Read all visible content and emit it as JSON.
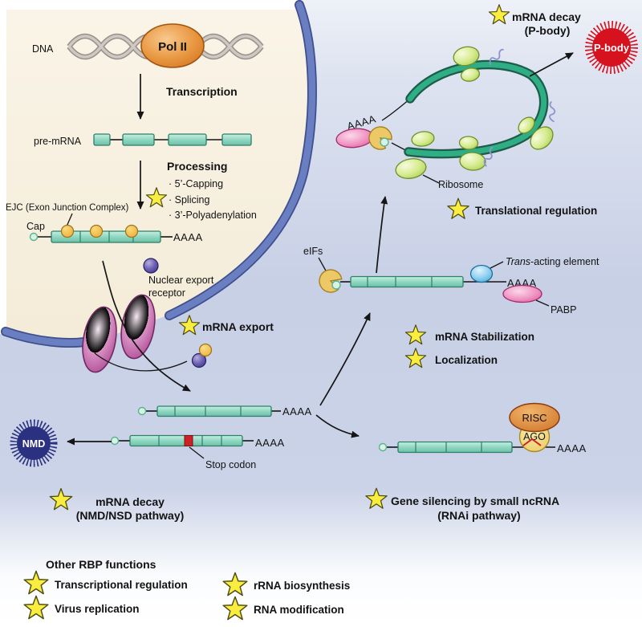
{
  "polya": "AAAA",
  "nucleus": {
    "dna": "DNA",
    "pol2": "Pol II",
    "transcription": "Transcription",
    "pre_mrna": "pre-mRNA",
    "processing": "Processing",
    "capping": "· 5’-Capping",
    "splicing": "· Splicing",
    "polyadenylation": "· 3’-Polyadenylation",
    "ejc": "EJC (Exon Junction Complex)",
    "cap": "Cap"
  },
  "export": {
    "receptor1": "Nuclear export",
    "receptor2": "receptor",
    "label": "mRNA export"
  },
  "translation": {
    "decay": "mRNA decay",
    "decay_sub": "(P-body)",
    "pbody": "P-body",
    "ribosome": "Ribosome",
    "label": "Translational regulation"
  },
  "stab": {
    "eifs": "eIFs",
    "trans_i": "Trans",
    "trans_rest": "-acting element",
    "pabp": "PABP",
    "stabilization": "mRNA Stabilization",
    "localization": "Localization"
  },
  "decay": {
    "nmd": "NMD",
    "stop": "Stop codon",
    "title": "mRNA decay",
    "sub": "(NMD/NSD pathway)"
  },
  "silencing": {
    "risc": "RISC",
    "ago": "AGO",
    "title": "Gene silencing by small ncRNA",
    "sub": "(RNAi pathway)"
  },
  "other": {
    "heading": "Other RBP functions",
    "items": [
      "Transcriptional regulation",
      "Virus replication",
      "rRNA biosynthesis",
      "RNA modification"
    ]
  },
  "colors": {
    "nucleus_beige": "#f8f1e2",
    "cytoplasm_lavender": "#c9d1e7",
    "envelope_blue": "#5e73b7",
    "pore_magenta": "#aa3f8e",
    "mrna_teal": "#8fd7c2",
    "mrna_loop_green": "#2fae85",
    "star_yellow": "#f9ee3f",
    "pbody_red": "#d5121e",
    "nmd_navy": "#2b3180",
    "ribosome_green": "#c3e06a",
    "pol2_orange": "#e8963f",
    "pabp_pink": "#d94d92",
    "trans_element_blue": "#3fa3d8"
  }
}
